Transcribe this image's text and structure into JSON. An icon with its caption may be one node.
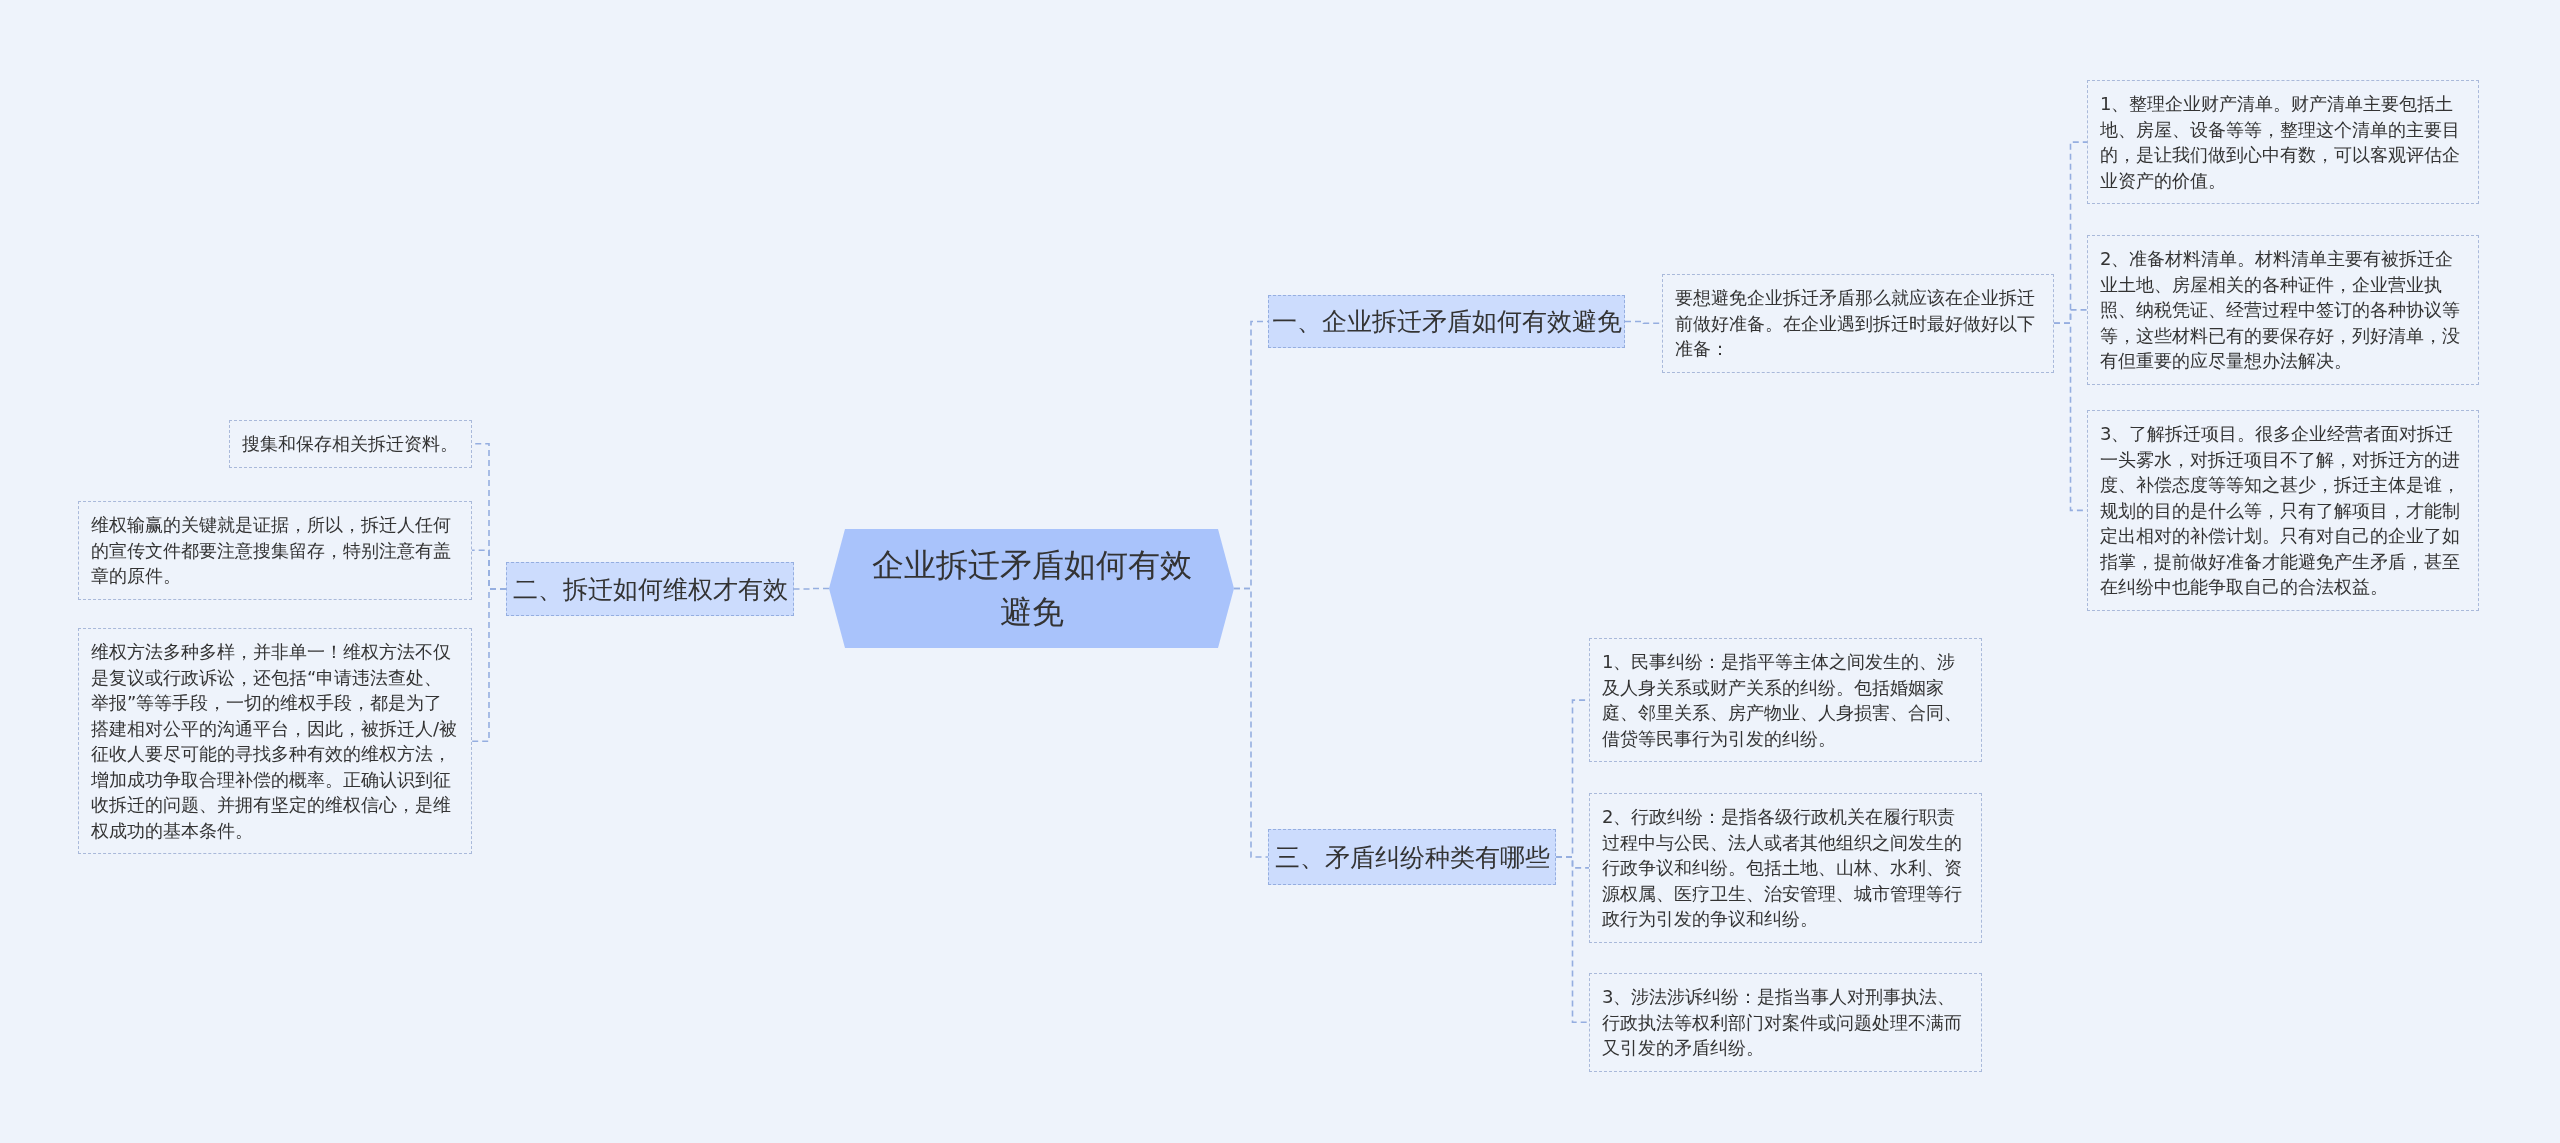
{
  "diagram": {
    "nodes": [
      {
        "text": [
          "企业拆迁矛盾如何有效避免"
        ]
      },
      {
        "text": [
          "一、企业拆迁矛盾如何有效避免"
        ]
      },
      {
        "text": [
          "要想避免企业拆迁矛盾那么就应该在企业拆迁前做好准备。在企业遇到拆迁时最好做好以下准备："
        ]
      },
      {
        "text": [
          "1、整理企业财产清单。财产清单主要包括土地、房屋、设备等等，整理这个清单的主要目的，是让我们做到心中有数，可以客观评估企业资产的价值。"
        ]
      },
      {
        "text": [
          "2、准备材料清单。材料清单主要有被拆迁企业土地、房屋相关的各种证件，企业营业执照、纳税凭证、经营过程中签订的各种协议等等，这些材料已有的要保存好，列好清单，没有但重要的应尽量想办法解决。"
        ]
      },
      {
        "text": [
          "3、了解拆迁项目。很多企业经营者面对拆迁一头雾水，对拆迁项目不了解，对拆迁方的进度、补偿态度等等知之甚少，拆迁主体是谁，规划的目的是什么等，只有了解项目，才能制定出相对的补偿计划。只有对自己的企业了如指掌，提前做好准备才能避免产生矛盾，甚至在纠纷中也能争取自己的合法权益。"
        ]
      },
      {
        "text": [
          "二、拆迁如何维权才有效"
        ]
      },
      {
        "text": [
          "搜集和保存相关拆迁资料。"
        ]
      },
      {
        "text": [
          "维权输赢的关键就是证据，所以，拆迁人任何的宣传文件都要注意搜集留存，特别注意有盖章的原件。"
        ]
      },
      {
        "text": [
          "维权方法多种多样，并非单一！维权方法不仅是复议或行政诉讼，还包括“申请违法查处、举报”等等手段，一切的维权手段，都是为了搭建相对公平的沟通平台，因此，被拆迁人/被征收人要尽可能的寻找多种有效的维权方法，增加成功争取合理补偿的概率。正确认识到征收拆迁的问题、并拥有坚定的维权信心，是维权成功的基本条件。"
        ]
      },
      {
        "text": [
          "三、矛盾纠纷种类有哪些"
        ]
      },
      {
        "text": [
          "1、民事纠纷：是指平等主体之间发生的、涉及人身关系或财产关系的纠纷。包括婚姻家庭、邻里关系、房产物业、人身损害、合同、借贷等民事行为引发的纠纷。"
        ]
      },
      {
        "text": [
          "2、行政纠纷：是指各级行政机关在履行职责过程中与公民、法人或者其他组织之间发生的行政争议和纠纷。包括土地、山林、水利、资源权属、医疗卫生、治安管理、城市管理等行政行为引发的争议和纠纷。"
        ]
      },
      {
        "text": [
          "3、涉法涉诉纠纷：是指当事人对刑事执法、行政执法等权利部门对案件或问题处理不满而又引发的矛盾纠纷。"
        ]
      }
    ],
    "edges": [
      {
        "from": 0,
        "to": 1,
        "arrow": "none"
      },
      {
        "from": 1,
        "to": 2,
        "arrow": "none"
      },
      {
        "from": 2,
        "to": 3,
        "arrow": "none"
      },
      {
        "from": 2,
        "to": 4,
        "arrow": "none"
      },
      {
        "from": 2,
        "to": 5,
        "arrow": "none"
      },
      {
        "from": 0,
        "to": 6,
        "arrow": "none"
      },
      {
        "from": 6,
        "to": 7,
        "arrow": "none"
      },
      {
        "from": 6,
        "to": 8,
        "arrow": "none"
      },
      {
        "from": 6,
        "to": 9,
        "arrow": "none"
      },
      {
        "from": 0,
        "to": 10,
        "arrow": "none"
      },
      {
        "from": 10,
        "to": 11,
        "arrow": "none"
      },
      {
        "from": 10,
        "to": 12,
        "arrow": "none"
      },
      {
        "from": 10,
        "to": 13,
        "arrow": "none"
      }
    ]
  }
}
